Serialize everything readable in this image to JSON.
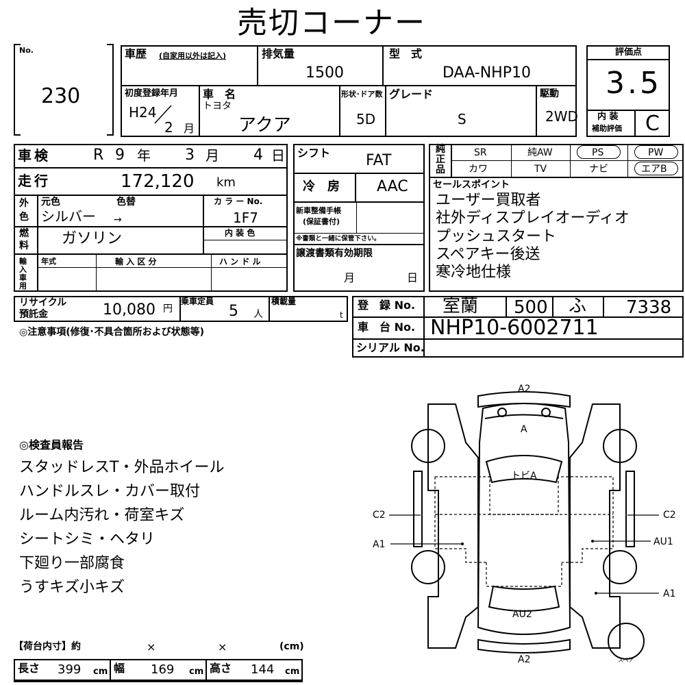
{
  "title": "売切コーナー",
  "no_label": "No.",
  "lot_no": "230",
  "history": {
    "label": "車歴",
    "note": "(自家用以外は記入)"
  },
  "displacement": {
    "label": "排気量",
    "value": "1500"
  },
  "model": {
    "label": "型　式",
    "value": "DAA-NHP10"
  },
  "grade_box": {
    "label": "評価点",
    "value": "3.5",
    "interior_label": "内 装",
    "interior_sub": "補助評価",
    "interior_value": "C"
  },
  "first_reg": {
    "label": "初度登録年月",
    "era_year": "H24",
    "month": "2",
    "month_unit": "月"
  },
  "car_name": {
    "label": "車　名",
    "maker": "トヨタ",
    "name": "アクア"
  },
  "shape": {
    "label": "形状･ドア数",
    "value": "5D"
  },
  "grade": {
    "label": "グレード",
    "value": "S"
  },
  "drive": {
    "label": "駆動",
    "value": "2WD"
  },
  "inspection": {
    "label": "車検",
    "era": "R",
    "year": "9",
    "year_unit": "年",
    "month": "3",
    "month_unit": "月",
    "day": "4",
    "day_unit": "日"
  },
  "shift": {
    "label": "シフト",
    "value": "FAT"
  },
  "mileage": {
    "label": "走行",
    "value": "172,120",
    "unit": "km"
  },
  "aircon": {
    "label": "冷　房",
    "value": "AAC"
  },
  "color": {
    "side_label_1": "外",
    "side_label_2": "色",
    "orig_label": "元色",
    "repaint_label": "色替",
    "orig_value": "シルバー",
    "arrow": "→",
    "code_label": "カ ラ ー No.",
    "code_value": "1F7"
  },
  "fuel": {
    "side_label_1": "燃",
    "side_label_2": "料",
    "value": "ガソリン",
    "interior_color_label": "内 装 色"
  },
  "import": {
    "side_label": "輸入車用",
    "year_label": "年式",
    "class_label": "輸 入 区 分",
    "handle_label": "ハ ン ド ル"
  },
  "new_car_warranty": {
    "label_1": "新車整備手帳",
    "label_2": "(保証書付)",
    "note": "※書類と一緒に保管下さい。"
  },
  "transfer": {
    "label": "譲渡書類有効期限",
    "month_unit": "月",
    "day_unit": "日"
  },
  "recycle": {
    "label_1": "リサイクル",
    "label_2": "預託金",
    "value": "10,080",
    "unit": "円"
  },
  "capacity": {
    "label": "乗車定員",
    "value": "5",
    "unit": "人"
  },
  "load": {
    "label": "積載量",
    "unit": "t"
  },
  "equipment": {
    "side_label": [
      "純",
      "正",
      "品"
    ],
    "row1": [
      "SR",
      "純AW",
      "PS",
      "PW"
    ],
    "row2": [
      "カワ",
      "TV",
      "ナビ",
      "エアB"
    ]
  },
  "sales_points": {
    "label": "セールスポイント",
    "items": [
      "ユーザー買取者",
      "社外ディスプレイオーディオ",
      "プッシュスタート",
      "スペアキー後送",
      "寒冷地仕様"
    ]
  },
  "registration": {
    "label": "登　録 No.",
    "region": "室蘭",
    "class": "500",
    "kana": "ふ",
    "number": "7338"
  },
  "chassis": {
    "label": "車　台 No.",
    "value": "NHP10-6002711"
  },
  "serial": {
    "label": "シリアル No."
  },
  "caution_label": "◎注意事項(修復･不具合箇所および状態等)",
  "inspector_report": {
    "label": "◎検査員報告",
    "items": [
      "スタッドレスT・外品ホイール",
      "ハンドルスレ・カバー取付",
      "ルーム内汚れ・荷室キズ",
      "シートシミ・ヘタリ",
      "下廻り一部腐食",
      "うすキズ小キズ"
    ]
  },
  "cargo": {
    "label": "【荷台内寸】約",
    "x1": "×",
    "x2": "×",
    "unit_label": "(cm)"
  },
  "dims": {
    "length_label": "長さ",
    "length": "399",
    "width_label": "幅",
    "width": "169",
    "height_label": "高さ",
    "height": "144",
    "unit": "cm"
  },
  "diagram": {
    "labels": [
      "A2",
      "A",
      "トビA",
      "C2",
      "C2",
      "A1",
      "AU1",
      "A1",
      "AU2",
      "A2"
    ],
    "spare_label": "スペア"
  }
}
